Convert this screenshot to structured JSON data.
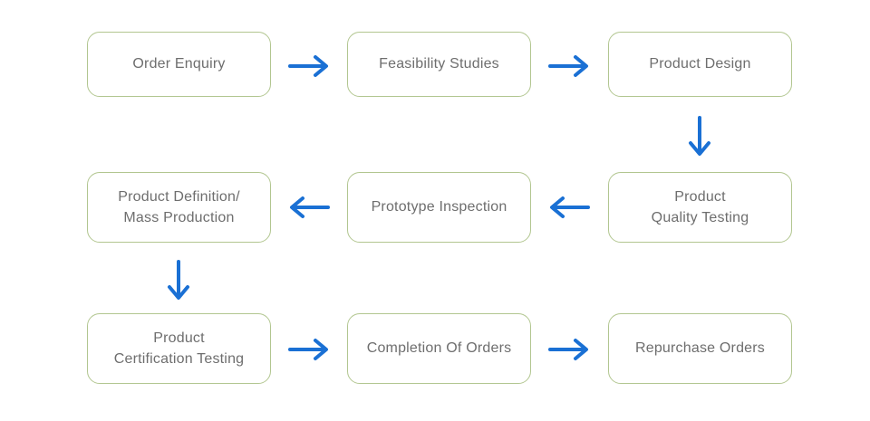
{
  "flowchart": {
    "background": "#ffffff",
    "colors": {
      "node_border": "#b2c690",
      "node_fill": "#ffffff",
      "node_text": "#6e6e6e",
      "arrow": "#1a70d4"
    },
    "nodes": [
      {
        "id": "order-enquiry",
        "label": "Order Enquiry",
        "row": 1,
        "col": 1
      },
      {
        "id": "feasibility-studies",
        "label": "Feasibility Studies",
        "row": 1,
        "col": 2
      },
      {
        "id": "product-design",
        "label": "Product Design",
        "row": 1,
        "col": 3
      },
      {
        "id": "product-quality-testing",
        "label": "Product\nQuality Testing",
        "row": 2,
        "col": 3
      },
      {
        "id": "prototype-inspection",
        "label": "Prototype Inspection",
        "row": 2,
        "col": 2
      },
      {
        "id": "product-definition-mass-production",
        "label": "Product Definition/\nMass Production",
        "row": 2,
        "col": 1
      },
      {
        "id": "product-certification-testing",
        "label": "Product\nCertification Testing",
        "row": 3,
        "col": 1
      },
      {
        "id": "completion-of-orders",
        "label": "Completion Of Orders",
        "row": 3,
        "col": 2
      },
      {
        "id": "repurchase-orders",
        "label": "Repurchase Orders",
        "row": 3,
        "col": 3
      }
    ],
    "arrows": [
      {
        "from": "order-enquiry",
        "to": "feasibility-studies",
        "direction": "right"
      },
      {
        "from": "feasibility-studies",
        "to": "product-design",
        "direction": "right"
      },
      {
        "from": "product-design",
        "to": "product-quality-testing",
        "direction": "down"
      },
      {
        "from": "product-quality-testing",
        "to": "prototype-inspection",
        "direction": "left"
      },
      {
        "from": "prototype-inspection",
        "to": "product-definition-mass-production",
        "direction": "left"
      },
      {
        "from": "product-definition-mass-production",
        "to": "product-certification-testing",
        "direction": "down"
      },
      {
        "from": "product-certification-testing",
        "to": "completion-of-orders",
        "direction": "right"
      },
      {
        "from": "completion-of-orders",
        "to": "repurchase-orders",
        "direction": "right"
      }
    ]
  }
}
